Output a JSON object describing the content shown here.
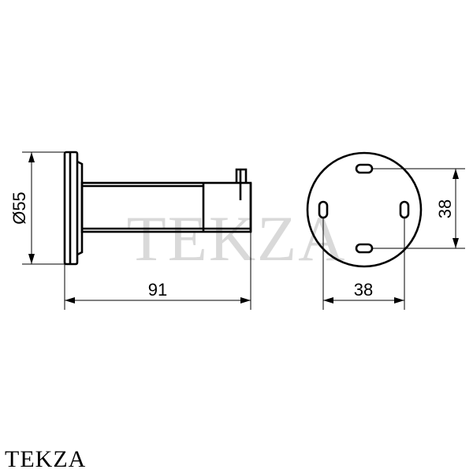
{
  "watermark": "TEKZA",
  "brand_label": "TEKZA",
  "dimensions": {
    "diameter": "Ø55",
    "depth": "91",
    "hole_spacing_horizontal": "38",
    "hole_spacing_vertical": "38"
  },
  "colors": {
    "line": "#000000",
    "watermark": "#d9d9d9",
    "background": "#ffffff"
  }
}
